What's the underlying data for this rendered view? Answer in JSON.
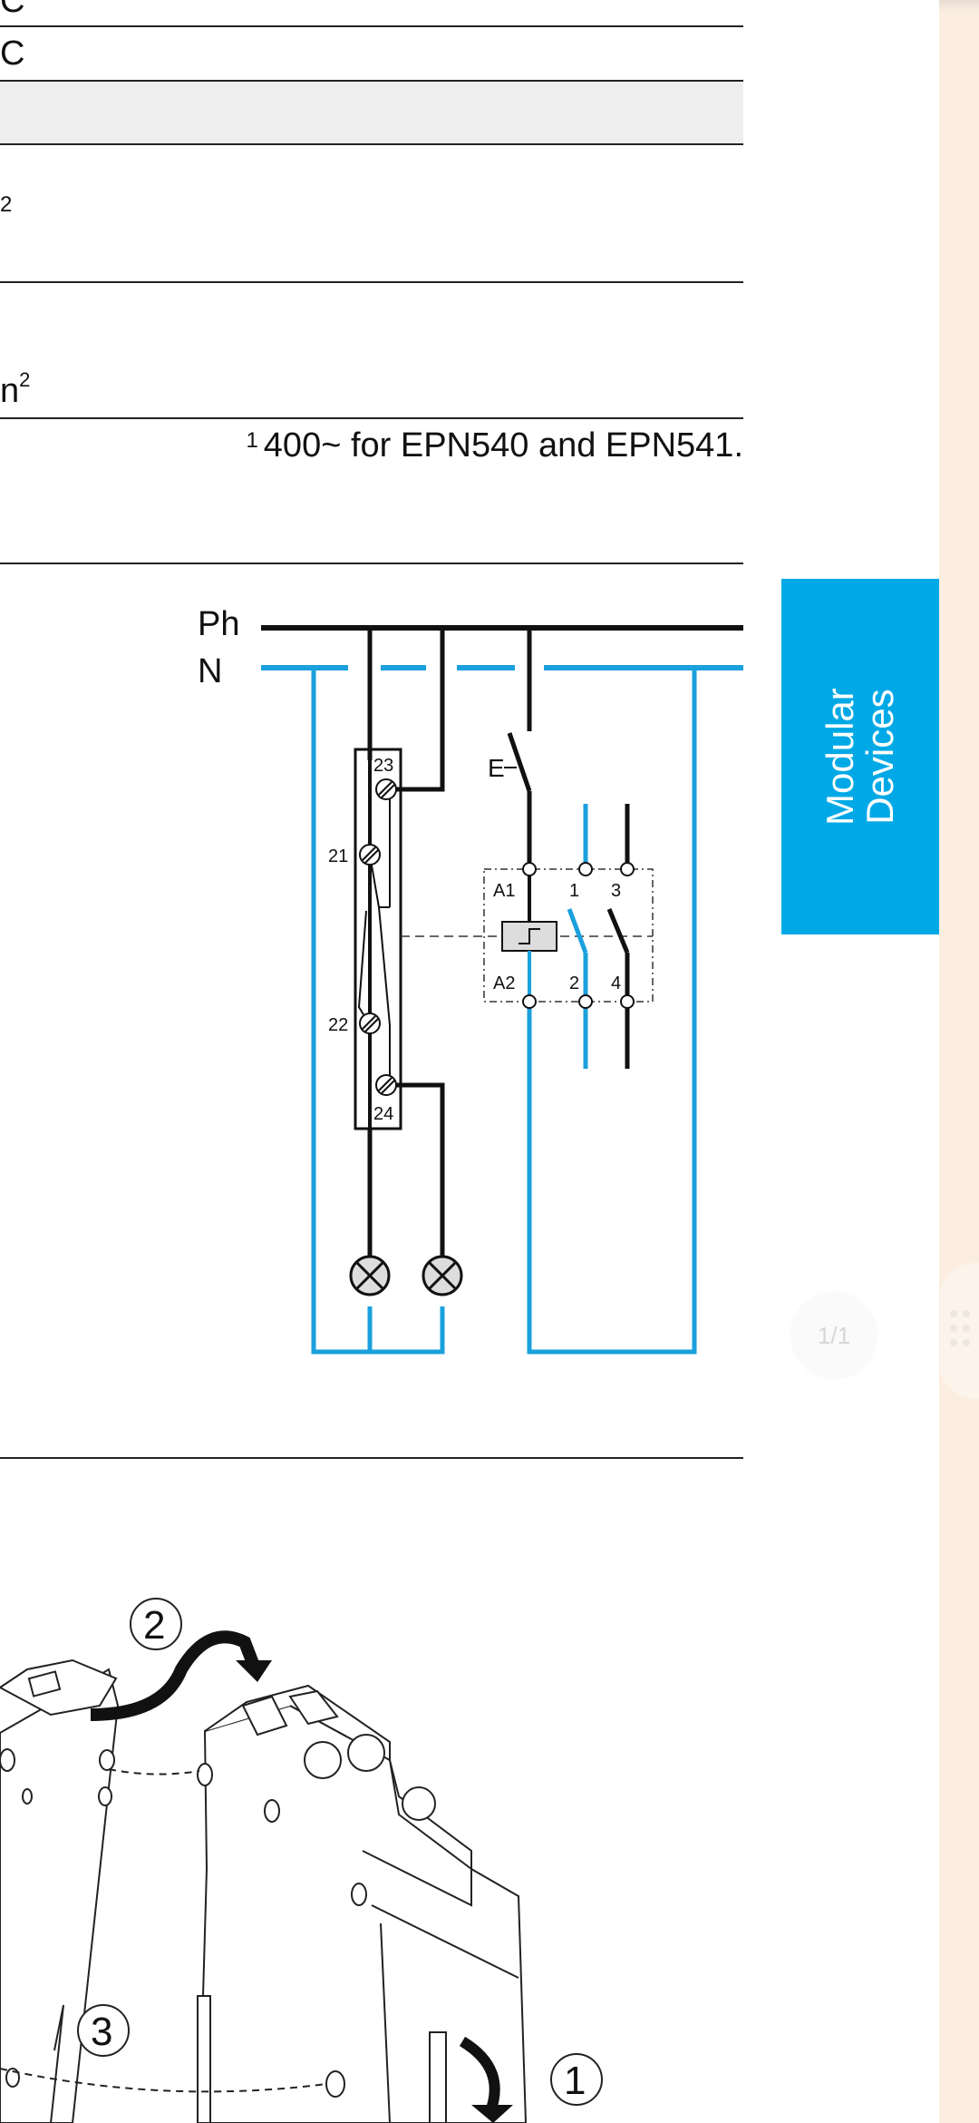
{
  "table": {
    "row_fragment_top": "C",
    "row_fragment_c": "C",
    "row_fragment_superscript": "2",
    "row_fragment_n": "n",
    "row_fragment_n_sup": "2"
  },
  "footnote": {
    "marker": "1",
    "text": "400~ for EPN540 and EPN541."
  },
  "side_tab": {
    "line1": "Modular",
    "line2": "Devices",
    "color": "#00a9e6"
  },
  "pager": {
    "label": "1/1"
  },
  "wiring_diagram": {
    "phase_label": "Ph",
    "neutral_label": "N",
    "terminals": [
      "23",
      "21",
      "22",
      "24"
    ],
    "coil_labels": [
      "A1",
      "A2"
    ],
    "contact_labels": [
      "1",
      "3",
      "2",
      "4"
    ],
    "switch_label": "E",
    "phase_color": "#111111",
    "neutral_color": "#1aa0dc"
  },
  "mounting_illustration": {
    "steps": [
      "1",
      "2",
      "3"
    ]
  },
  "icons": [
    "lamp-icon",
    "switch-icon",
    "relay-coil-icon",
    "drag-handle-icon"
  ]
}
